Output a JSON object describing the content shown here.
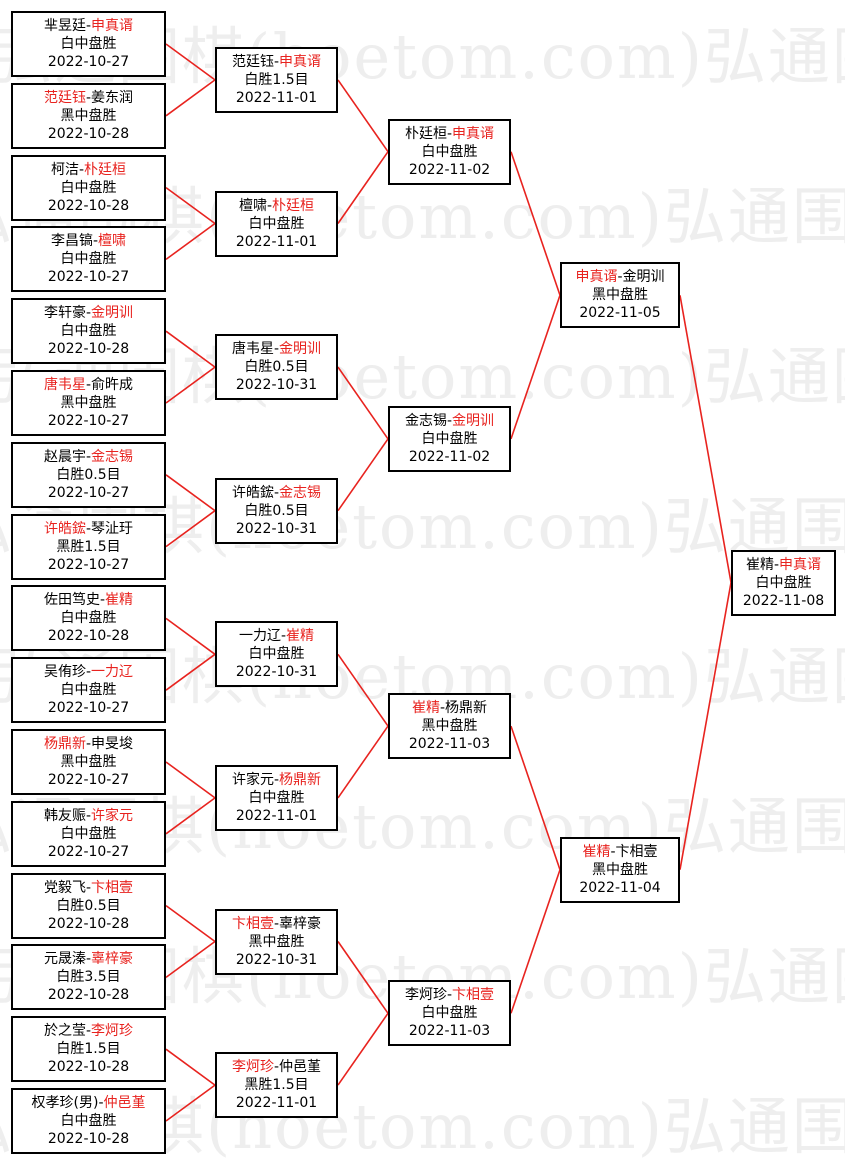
{
  "watermark": {
    "text": "弘通围棋(hoetom.com)弘通围棋(hoetom.com)弘通围棋(hoetom.com)"
  },
  "colors": {
    "winner": "#e8231f",
    "connector": "#e8231f",
    "border": "#000000"
  },
  "bracket": {
    "round1": [
      {
        "a": "芈昱廷",
        "b": "申真谞",
        "winner": "b",
        "result": "白中盘胜",
        "date": "2022-10-27"
      },
      {
        "a": "范廷钰",
        "b": "姜东润",
        "winner": "a",
        "result": "黑中盘胜",
        "date": "2022-10-28"
      },
      {
        "a": "柯洁",
        "b": "朴廷桓",
        "winner": "b",
        "result": "白中盘胜",
        "date": "2022-10-28"
      },
      {
        "a": "李昌镐",
        "b": "檀啸",
        "winner": "b",
        "result": "白中盘胜",
        "date": "2022-10-27"
      },
      {
        "a": "李轩豪",
        "b": "金明训",
        "winner": "b",
        "result": "白中盘胜",
        "date": "2022-10-28"
      },
      {
        "a": "唐韦星",
        "b": "俞旿成",
        "winner": "a",
        "result": "黑中盘胜",
        "date": "2022-10-27"
      },
      {
        "a": "赵晨宇",
        "b": "金志锡",
        "winner": "b",
        "result": "白胜0.5目",
        "date": "2022-10-27"
      },
      {
        "a": "许皓鋐",
        "b": "琴沚玗",
        "winner": "a",
        "result": "黑胜1.5目",
        "date": "2022-10-27"
      },
      {
        "a": "佐田笃史",
        "b": "崔精",
        "winner": "b",
        "result": "白中盘胜",
        "date": "2022-10-28"
      },
      {
        "a": "吴侑珍",
        "b": "一力辽",
        "winner": "b",
        "result": "白中盘胜",
        "date": "2022-10-27"
      },
      {
        "a": "杨鼎新",
        "b": "申旻埈",
        "winner": "a",
        "result": "黑中盘胜",
        "date": "2022-10-27"
      },
      {
        "a": "韩友赈",
        "b": "许家元",
        "winner": "b",
        "result": "白中盘胜",
        "date": "2022-10-27"
      },
      {
        "a": "党毅飞",
        "b": "卞相壹",
        "winner": "b",
        "result": "白胜0.5目",
        "date": "2022-10-28"
      },
      {
        "a": "元晟溱",
        "b": "辜梓豪",
        "winner": "b",
        "result": "白胜3.5目",
        "date": "2022-10-28"
      },
      {
        "a": "於之莹",
        "b": "李炣珍",
        "winner": "b",
        "result": "白胜1.5目",
        "date": "2022-10-28"
      },
      {
        "a": "权孝珍(男)",
        "b": "仲邑堇",
        "winner": "b",
        "result": "白中盘胜",
        "date": "2022-10-28"
      }
    ],
    "round2": [
      {
        "a": "范廷钰",
        "b": "申真谞",
        "winner": "b",
        "result": "白胜1.5目",
        "date": "2022-11-01"
      },
      {
        "a": "檀啸",
        "b": "朴廷桓",
        "winner": "b",
        "result": "白中盘胜",
        "date": "2022-11-01"
      },
      {
        "a": "唐韦星",
        "b": "金明训",
        "winner": "b",
        "result": "白胜0.5目",
        "date": "2022-10-31"
      },
      {
        "a": "许皓鋐",
        "b": "金志锡",
        "winner": "b",
        "result": "白胜0.5目",
        "date": "2022-10-31"
      },
      {
        "a": "一力辽",
        "b": "崔精",
        "winner": "b",
        "result": "白中盘胜",
        "date": "2022-10-31"
      },
      {
        "a": "许家元",
        "b": "杨鼎新",
        "winner": "b",
        "result": "白中盘胜",
        "date": "2022-11-01"
      },
      {
        "a": "卞相壹",
        "b": "辜梓豪",
        "winner": "a",
        "result": "黑中盘胜",
        "date": "2022-10-31"
      },
      {
        "a": "李炣珍",
        "b": "仲邑堇",
        "winner": "a",
        "result": "黑胜1.5目",
        "date": "2022-11-01"
      }
    ],
    "round3": [
      {
        "a": "朴廷桓",
        "b": "申真谞",
        "winner": "b",
        "result": "白中盘胜",
        "date": "2022-11-02"
      },
      {
        "a": "金志锡",
        "b": "金明训",
        "winner": "b",
        "result": "白中盘胜",
        "date": "2022-11-02"
      },
      {
        "a": "崔精",
        "b": "杨鼎新",
        "winner": "a",
        "result": "黑中盘胜",
        "date": "2022-11-03"
      },
      {
        "a": "李炣珍",
        "b": "卞相壹",
        "winner": "b",
        "result": "白中盘胜",
        "date": "2022-11-03"
      }
    ],
    "round4": [
      {
        "a": "申真谞",
        "b": "金明训",
        "winner": "a",
        "result": "黑中盘胜",
        "date": "2022-11-05"
      },
      {
        "a": "崔精",
        "b": "卞相壹",
        "winner": "a",
        "result": "黑中盘胜",
        "date": "2022-11-04"
      }
    ],
    "final": [
      {
        "a": "崔精",
        "b": "申真谞",
        "winner": "b",
        "result": "白中盘胜",
        "date": "2022-11-08"
      }
    ]
  }
}
